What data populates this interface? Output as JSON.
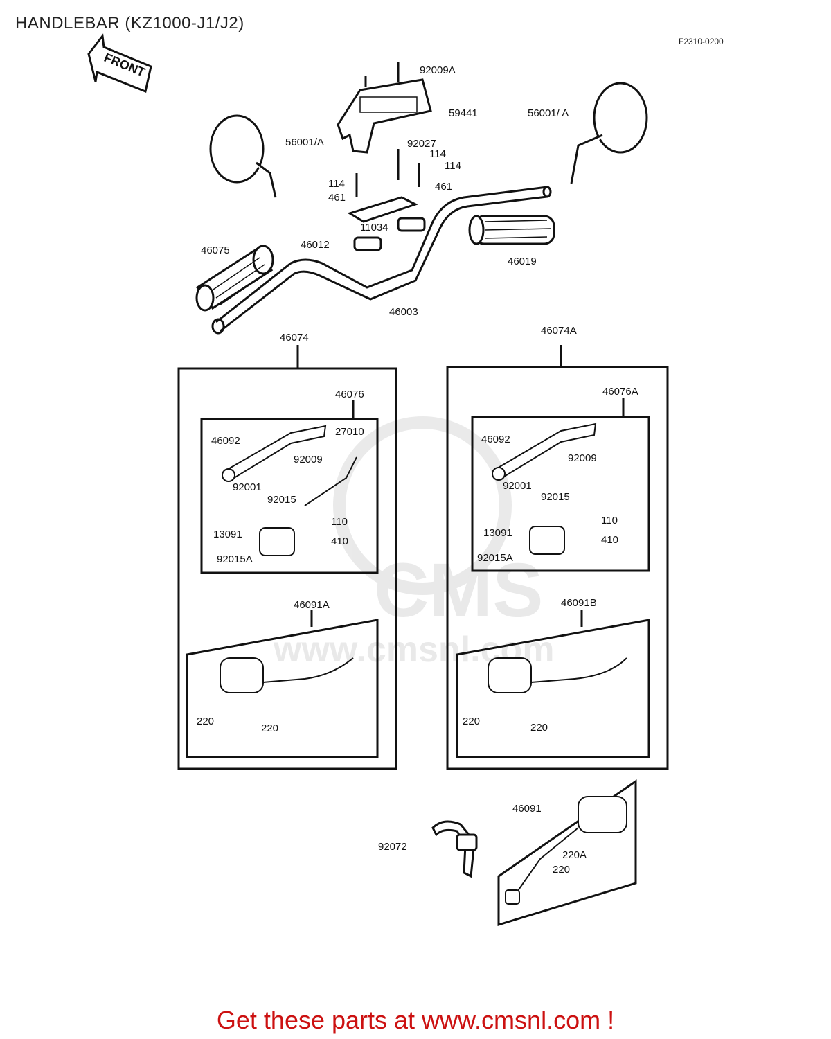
{
  "header": {
    "title": "HANDLEBAR (KZ1000-J1/J2)",
    "figure_code": "F2310-0200",
    "front_arrow_label": "FRONT"
  },
  "watermark": {
    "brand": "CMS",
    "url": "www.cmsnl.com"
  },
  "parts": {
    "p92009A": "92009A",
    "p59441": "59441",
    "p56001A_left": "56001/A",
    "p56001A_right": "56001/ A",
    "p92027": "92027",
    "p114a": "114",
    "p114b": "114",
    "p114c": "114",
    "p461a": "461",
    "p461b": "461",
    "p11034": "11034",
    "p46012": "46012",
    "p46075": "46075",
    "p46019": "46019",
    "p46003": "46003",
    "p46074": "46074",
    "p46074A": "46074A",
    "p46076": "46076",
    "p46076A": "46076A",
    "p46092_l": "46092",
    "p46092_r": "46092",
    "p27010": "27010",
    "p92009_l": "92009",
    "p92009_r": "92009",
    "p92001_l": "92001",
    "p92001_r": "92001",
    "p92015_l": "92015",
    "p92015_r": "92015",
    "p110_l": "110",
    "p110_r": "110",
    "p410_l": "410",
    "p410_r": "410",
    "p13091_l": "13091",
    "p13091_r": "13091",
    "p92015A_l": "92015A",
    "p92015A_r": "92015A",
    "p46091A": "46091A",
    "p46091B": "46091B",
    "p220_l1": "220",
    "p220_l2": "220",
    "p220_r1": "220",
    "p220_r2": "220",
    "p46091": "46091",
    "p92072": "92072",
    "p220A": "220A",
    "p220_b": "220"
  },
  "footer": {
    "promo": "Get these parts at www.cmsnl.com !"
  }
}
